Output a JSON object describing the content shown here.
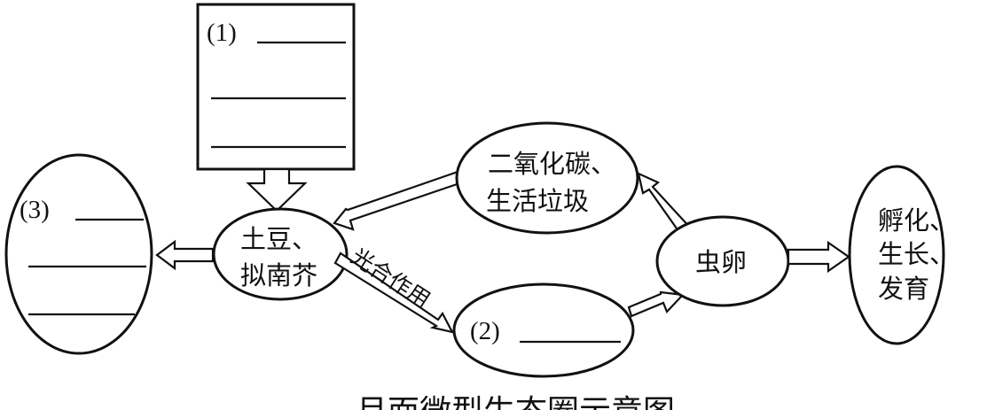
{
  "nodes": {
    "box1": {
      "label": "(1)"
    },
    "oval3": {
      "label": "(3)"
    },
    "potato": {
      "line1": "土豆、",
      "line2": "拟南芥"
    },
    "co2": {
      "line1": "二氧化碳、",
      "line2": "生活垃圾"
    },
    "oval2": {
      "label": "(2)"
    },
    "eggs": {
      "label": "虫卵"
    },
    "hatch": {
      "line1": "孵化、",
      "line2": "生长、",
      "line3": "发育"
    }
  },
  "edges": {
    "photosynthesis": "光合作用"
  },
  "caption": "月面微型生态圈示意图"
}
